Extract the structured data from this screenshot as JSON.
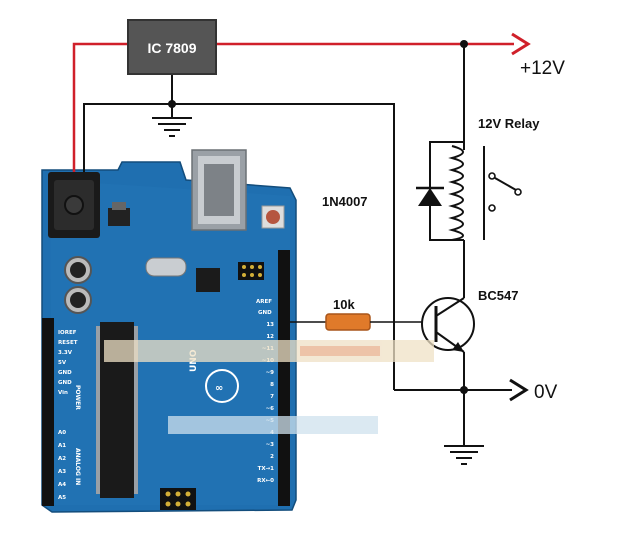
{
  "regulator": {
    "label": "IC 7809"
  },
  "relay": {
    "label": "12V Relay"
  },
  "diode": {
    "label": "1N4007"
  },
  "resistor": {
    "label": "10k"
  },
  "transistor": {
    "label": "BC547"
  },
  "supply": {
    "positive_label": "+12V",
    "ground_label": "0V"
  },
  "board": {
    "name_label": "UNO",
    "power_label": "POWER",
    "analog_label": "ANALOG IN",
    "aref_label": "AREF",
    "gnd_label": "GND",
    "power_pins": [
      "IOREF",
      "RESET",
      "3.3V",
      "5V",
      "GND",
      "GND",
      "Vin"
    ],
    "analog_pins": [
      "A0",
      "A1",
      "A2",
      "A3",
      "A4",
      "A5"
    ],
    "digital_pins": [
      "13",
      "12",
      "~11",
      "~10",
      "~9",
      "8",
      "7",
      "~6",
      "~5",
      "4",
      "~3",
      "2",
      "TX→1",
      "RX←0"
    ]
  },
  "colors": {
    "positive_wire": "#d0202a",
    "ground_wire": "#111111",
    "board": "#1f6fb0",
    "regulator": "#555555",
    "resistor": "#e07a2a"
  }
}
